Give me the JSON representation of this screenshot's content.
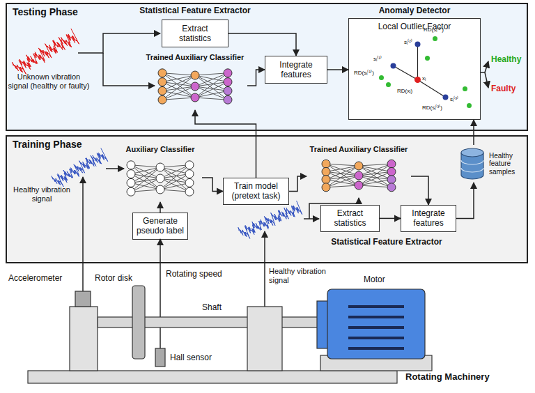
{
  "diagram": {
    "nodes": [
      {
        "text": [
          "Testing Phase"
        ]
      },
      {
        "text": [
          "Extract statistics"
        ],
        "in": 0
      },
      {
        "text": [
          "Trained Auxiliary Classifier"
        ],
        "in": 0
      },
      {
        "text": [
          "Integrate features"
        ],
        "in": 0
      },
      {
        "text": [
          "Anomaly Detector",
          "Local Outlier Factor"
        ],
        "in": 0
      },
      {
        "text": [
          "Training Phase"
        ]
      },
      {
        "text": [
          "Auxiliary Classifier"
        ],
        "in": 5
      },
      {
        "text": [
          "Generate pseudo label"
        ],
        "in": 5
      },
      {
        "text": [
          "Train model (pretext task)"
        ],
        "in": 5
      },
      {
        "text": [
          "Trained Auxiliary Classifier"
        ],
        "in": 5
      },
      {
        "text": [
          "Extract statistics"
        ],
        "in": 5
      },
      {
        "text": [
          "Integrate features"
        ],
        "in": 5
      },
      {
        "text": [
          "Healthy feature samples"
        ],
        "in": 5
      }
    ],
    "edges": [
      {
        "from": 1,
        "to": 3,
        "arrow": "to"
      },
      {
        "from": 2,
        "to": 3,
        "arrow": "to"
      },
      {
        "from": 3,
        "to": 4,
        "arrow": "to"
      },
      {
        "from": 7,
        "to": 6,
        "arrow": "to"
      },
      {
        "from": 6,
        "to": 8,
        "arrow": "to"
      },
      {
        "from": 8,
        "to": 2,
        "arrow": "to"
      },
      {
        "from": 8,
        "to": 9,
        "arrow": "to"
      },
      {
        "from": 9,
        "to": 11,
        "arrow": "to"
      },
      {
        "from": 10,
        "to": 11,
        "arrow": "to"
      },
      {
        "from": 11,
        "to": 12,
        "arrow": "to"
      },
      {
        "from": 12,
        "to": 4,
        "arrow": "to"
      }
    ],
    "labels": [
      "Statistical Feature Extractor",
      "Unknown vibration signal (healthy or faulty)",
      "Healthy",
      "Faulty",
      "Healthy vibration signal",
      "Statistical Feature Extractor",
      "Accelerometer",
      "Rotor disk",
      "Rotating speed",
      "Shaft",
      "Healthy vibration signal",
      "Motor",
      "Hall sensor",
      "Rotating Machinery",
      "sᵢ⁽²⁾",
      "RD(sᵢ⁽²⁾)",
      "sᵢ⁽¹⁾",
      "RD(sᵢ⁽¹⁾)",
      "xᵢ",
      "RD(xᵢ)",
      "sᵢ⁽³⁾",
      "RD(sᵢ⁽³⁾)"
    ]
  }
}
